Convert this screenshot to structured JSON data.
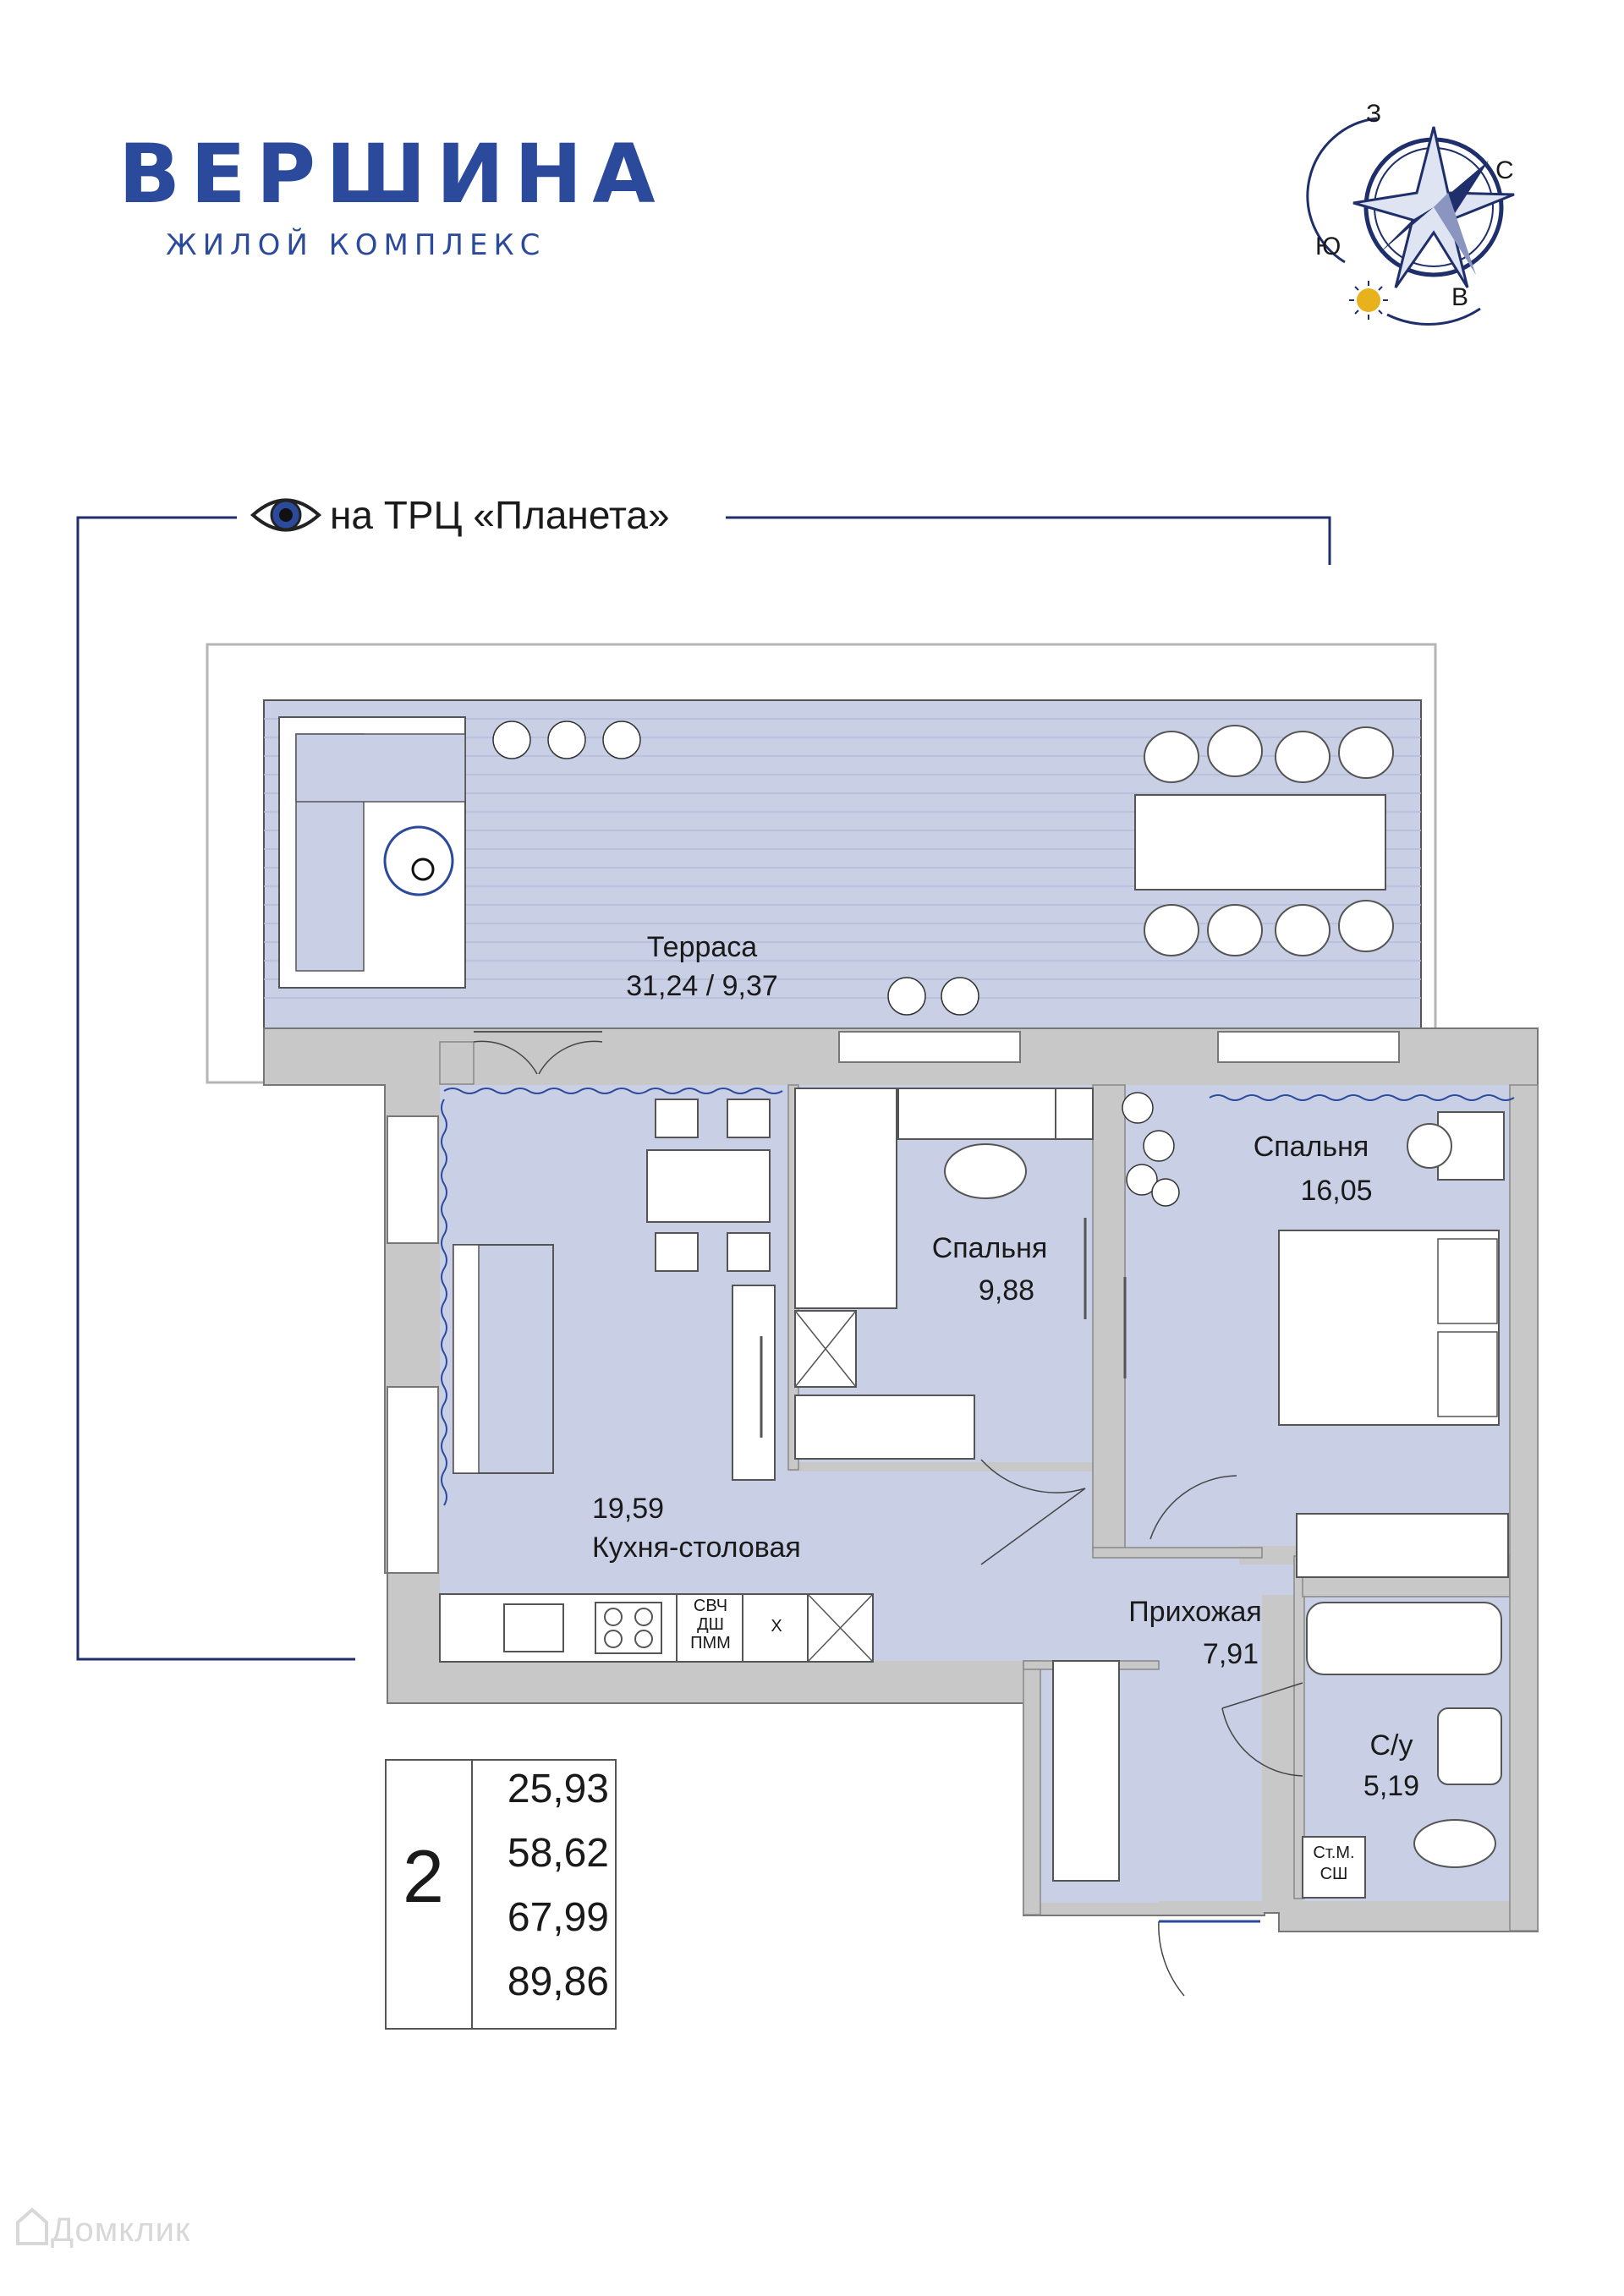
{
  "brand": {
    "name": "ВЕРШИНА",
    "tagline": "ЖИЛОЙ КОМПЛЕКС",
    "color": "#2c4a9b"
  },
  "compass": {
    "north": "С",
    "south": "Ю",
    "east": "В",
    "west": "З",
    "sun_color": "#e8b21c"
  },
  "view": {
    "label": "на ТРЦ «Планета»",
    "icon": "eye-icon"
  },
  "rooms": {
    "terrace": {
      "name": "Терраса",
      "area": "31,24 / 9,37"
    },
    "kitchen": {
      "area": "19,59",
      "name": "Кухня-столовая"
    },
    "bedroom_small": {
      "name": "Спальня",
      "area": "9,88"
    },
    "bedroom_large": {
      "name": "Спальня",
      "area": "16,05"
    },
    "hallway": {
      "name": "Прихожая",
      "area": "7,91"
    },
    "bathroom": {
      "name": "С/у",
      "area": "5,19"
    }
  },
  "appliances": {
    "microwave": "СВЧ",
    "dishwasher": "ДШ",
    "pmm": "ПММ",
    "fridge": "Х",
    "washer_line1": "Ст.М.",
    "washer_line2": "СШ"
  },
  "summary": {
    "rooms_count": "2",
    "areas": [
      "25,93",
      "58,62",
      "67,99",
      "89,86"
    ]
  },
  "watermark": "Домклик",
  "colors": {
    "floor": "#c9d0e6",
    "wall": "#c8c8c8",
    "accent": "#2c4a9b"
  }
}
